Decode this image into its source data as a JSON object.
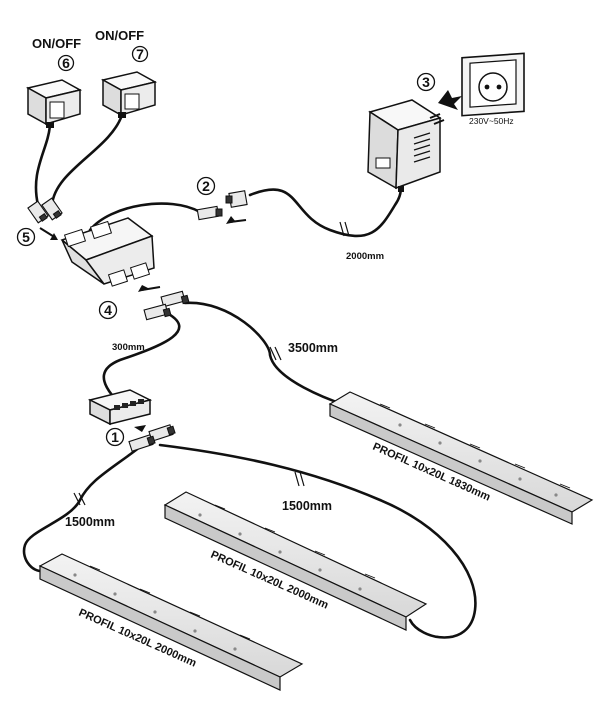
{
  "switches": [
    {
      "label": "ON/OFF",
      "number": "6"
    },
    {
      "label": "ON/OFF",
      "number": "7"
    }
  ],
  "markers": [
    "1",
    "2",
    "3",
    "4",
    "5"
  ],
  "socket_label": "230V~50Hz",
  "cable_lengths": {
    "adapter_cable": "2000mm",
    "splitter_cable": "300mm",
    "long_cable": "3500mm",
    "cable_a": "1500mm",
    "cable_b": "1500mm"
  },
  "profiles": [
    {
      "label": "PROFIL 10x20L 1830mm"
    },
    {
      "label": "PROFIL 10x20L 2000mm"
    },
    {
      "label": "PROFIL 10x20L 2000mm"
    }
  ]
}
